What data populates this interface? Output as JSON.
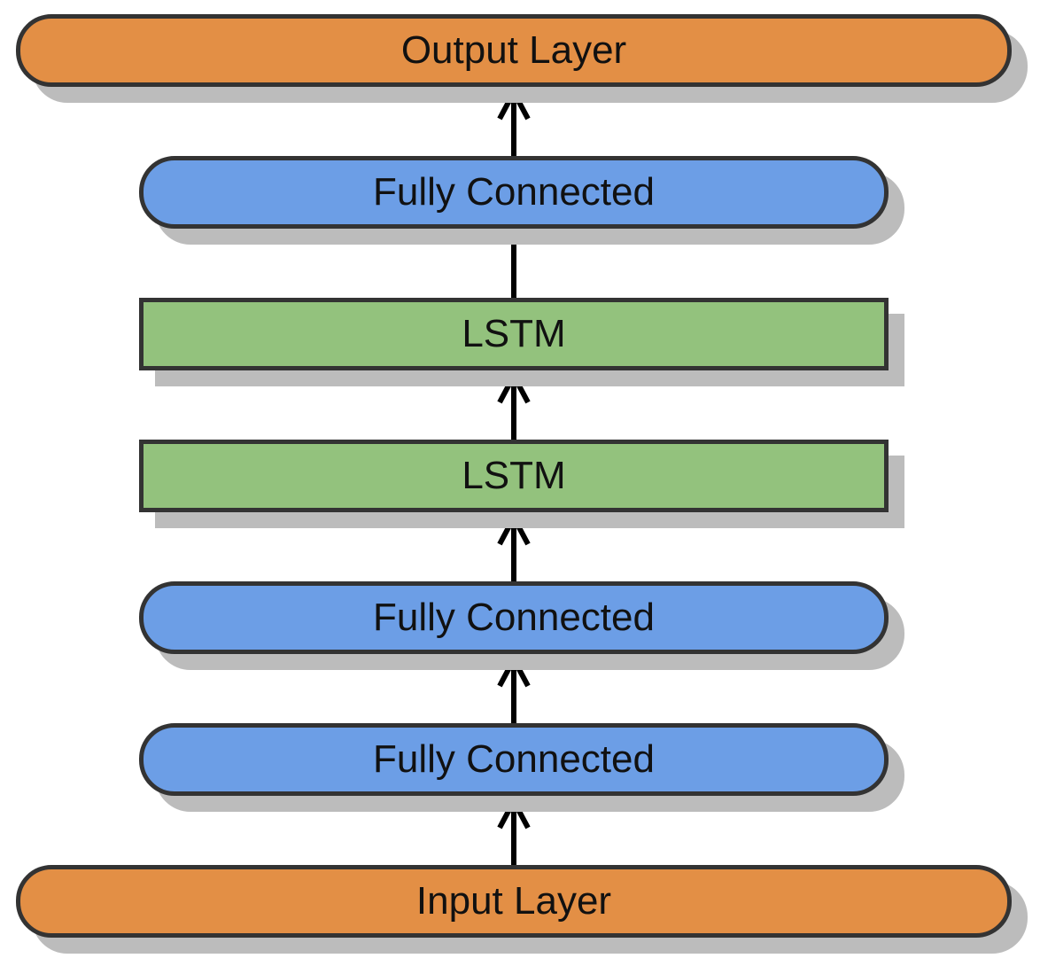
{
  "diagram": {
    "colors": {
      "io_layer": "#E38F45",
      "fully_connected": "#6C9EE6",
      "lstm": "#93C27D",
      "border": "#333333",
      "shadow": "#BCBCBC",
      "arrow": "#000000"
    },
    "nodes": [
      {
        "id": "output",
        "label": "Output Layer",
        "kind": "io_layer",
        "shape": "rounded"
      },
      {
        "id": "fc3",
        "label": "Fully Connected",
        "kind": "fully_connected",
        "shape": "rounded"
      },
      {
        "id": "lstm2",
        "label": "LSTM",
        "kind": "lstm",
        "shape": "square"
      },
      {
        "id": "lstm1",
        "label": "LSTM",
        "kind": "lstm",
        "shape": "square"
      },
      {
        "id": "fc2",
        "label": "Fully Connected",
        "kind": "fully_connected",
        "shape": "rounded"
      },
      {
        "id": "fc1",
        "label": "Fully Connected",
        "kind": "fully_connected",
        "shape": "rounded"
      },
      {
        "id": "input",
        "label": "Input Layer",
        "kind": "io_layer",
        "shape": "rounded"
      }
    ],
    "edges": [
      {
        "from": "input",
        "to": "fc1",
        "arrowhead": true
      },
      {
        "from": "fc1",
        "to": "fc2",
        "arrowhead": true
      },
      {
        "from": "fc2",
        "to": "lstm1",
        "arrowhead": true
      },
      {
        "from": "lstm1",
        "to": "lstm2",
        "arrowhead": true
      },
      {
        "from": "lstm2",
        "to": "fc3",
        "arrowhead": false
      },
      {
        "from": "fc3",
        "to": "output",
        "arrowhead": true
      }
    ]
  }
}
